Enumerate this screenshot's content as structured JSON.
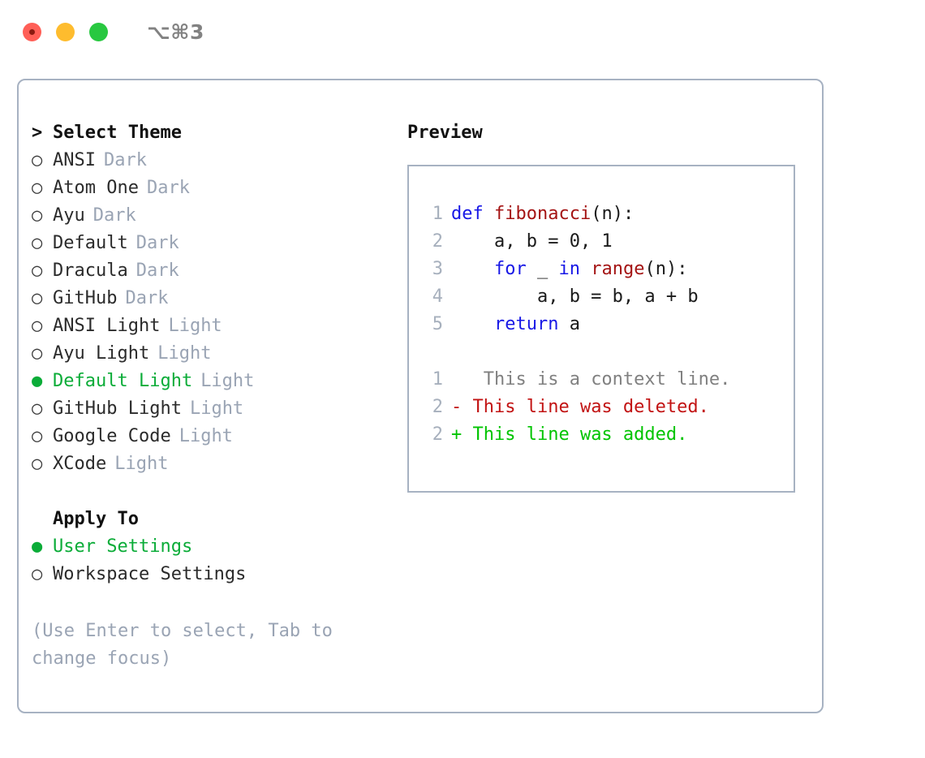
{
  "titlebar": {
    "shortcut": "⌥⌘3",
    "lights": [
      "close",
      "minimize",
      "zoom"
    ]
  },
  "left": {
    "section_theme": {
      "caret": ">",
      "title": "Select Theme",
      "items": [
        {
          "marker": "○",
          "name": "ANSI",
          "tag": "Dark",
          "selected": false
        },
        {
          "marker": "○",
          "name": "Atom One",
          "tag": "Dark",
          "selected": false
        },
        {
          "marker": "○",
          "name": "Ayu",
          "tag": "Dark",
          "selected": false
        },
        {
          "marker": "○",
          "name": "Default",
          "tag": "Dark",
          "selected": false
        },
        {
          "marker": "○",
          "name": "Dracula",
          "tag": "Dark",
          "selected": false
        },
        {
          "marker": "○",
          "name": "GitHub",
          "tag": "Dark",
          "selected": false
        },
        {
          "marker": "○",
          "name": "ANSI Light",
          "tag": "Light",
          "selected": false
        },
        {
          "marker": "○",
          "name": "Ayu Light",
          "tag": "Light",
          "selected": false
        },
        {
          "marker": "●",
          "name": "Default Light",
          "tag": "Light",
          "selected": true
        },
        {
          "marker": "○",
          "name": "GitHub Light",
          "tag": "Light",
          "selected": false
        },
        {
          "marker": "○",
          "name": "Google Code",
          "tag": "Light",
          "selected": false
        },
        {
          "marker": "○",
          "name": "XCode",
          "tag": "Light",
          "selected": false
        }
      ]
    },
    "section_apply": {
      "title": "Apply To",
      "items": [
        {
          "marker": "●",
          "name": "User Settings",
          "selected": true
        },
        {
          "marker": "○",
          "name": "Workspace Settings",
          "selected": false
        }
      ]
    },
    "hint": "(Use Enter to select, Tab to change focus)"
  },
  "right": {
    "preview_title": "Preview",
    "code_lines": [
      {
        "num": "1",
        "tokens": [
          {
            "t": "def ",
            "c": "kw"
          },
          {
            "t": "fibonacci",
            "c": "fn"
          },
          {
            "t": "(n):",
            "c": "pl"
          }
        ]
      },
      {
        "num": "2",
        "tokens": [
          {
            "t": "    a, b = 0, 1",
            "c": "pl"
          }
        ]
      },
      {
        "num": "3",
        "tokens": [
          {
            "t": "    ",
            "c": "pl"
          },
          {
            "t": "for",
            "c": "kw"
          },
          {
            "t": " _ ",
            "c": "pl"
          },
          {
            "t": "in",
            "c": "kw"
          },
          {
            "t": " ",
            "c": "pl"
          },
          {
            "t": "range",
            "c": "fn"
          },
          {
            "t": "(n):",
            "c": "pl"
          }
        ]
      },
      {
        "num": "4",
        "tokens": [
          {
            "t": "        a, b = b, a + b",
            "c": "pl"
          }
        ]
      },
      {
        "num": "5",
        "tokens": [
          {
            "t": "    ",
            "c": "pl"
          },
          {
            "t": "return",
            "c": "kw"
          },
          {
            "t": " a",
            "c": "pl"
          }
        ]
      }
    ],
    "diff_lines": [
      {
        "num": "1",
        "sign": " ",
        "text": "  This is a context line.",
        "kind": "diff-ctx"
      },
      {
        "num": "2",
        "sign": "-",
        "text": " This line was deleted.",
        "kind": "diff-del"
      },
      {
        "num": "2",
        "sign": "+",
        "text": " This line was added.",
        "kind": "diff-add"
      }
    ]
  },
  "colors": {
    "accent_green": "#0bac38",
    "add_green": "#00c400",
    "del_red": "#c21313",
    "keyword_blue": "#1818e6",
    "function_red": "#a41414",
    "muted": "#9aa4b4",
    "border": "#a7b2c2"
  }
}
